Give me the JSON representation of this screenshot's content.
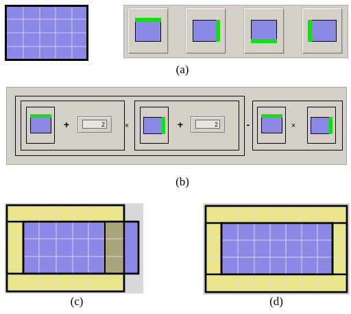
{
  "captions": {
    "a": "(a)",
    "b": "(b)",
    "c": "(c)",
    "d": "(d)"
  },
  "expression": {
    "plus_1": "+",
    "times_1": "×",
    "plus_2": "+",
    "minus": "-",
    "times_2": "×",
    "field_1_value": "2",
    "field_2_value": "2"
  },
  "colors": {
    "grid_blue": "#8c88e6",
    "grid_yellow": "#e8e48a",
    "overlap_olive": "#a8a47a",
    "edge_green": "#10e010",
    "panel_gray": "#d4d0c8",
    "grid_line": "#c8c8e0"
  },
  "edge_tiles": [
    "top-edge",
    "right-edge",
    "bottom-edge",
    "left-edge"
  ]
}
